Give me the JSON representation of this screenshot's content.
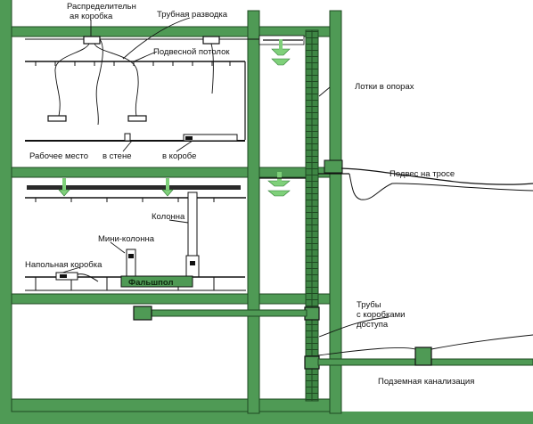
{
  "labels": {
    "distribution_box_line1": "Распределительн",
    "distribution_box_line2": "ая коробка",
    "pipe_wiring": "Трубная разводка",
    "suspended_ceiling": "Подвесной потолок",
    "trays_on_supports": "Лотки в опорах",
    "workplace": "Рабочее место",
    "in_wall": "в стене",
    "in_box": "в коробе",
    "cable_hanger": "Подвес на тросе",
    "column": "Колонна",
    "mini_column": "Мини-колонна",
    "floor_box": "Напольная коробка",
    "raised_floor": "Фальшпол",
    "pipes_line1": "Трубы",
    "pipes_line2": "с коробками",
    "pipes_line3": "доступа",
    "underground_duct": "Подземная канализация"
  },
  "colors": {
    "building_fill": "#4f9a55",
    "building_stroke": "#1f4a22",
    "background": "#ffffff",
    "line": "#1a1a1a"
  }
}
